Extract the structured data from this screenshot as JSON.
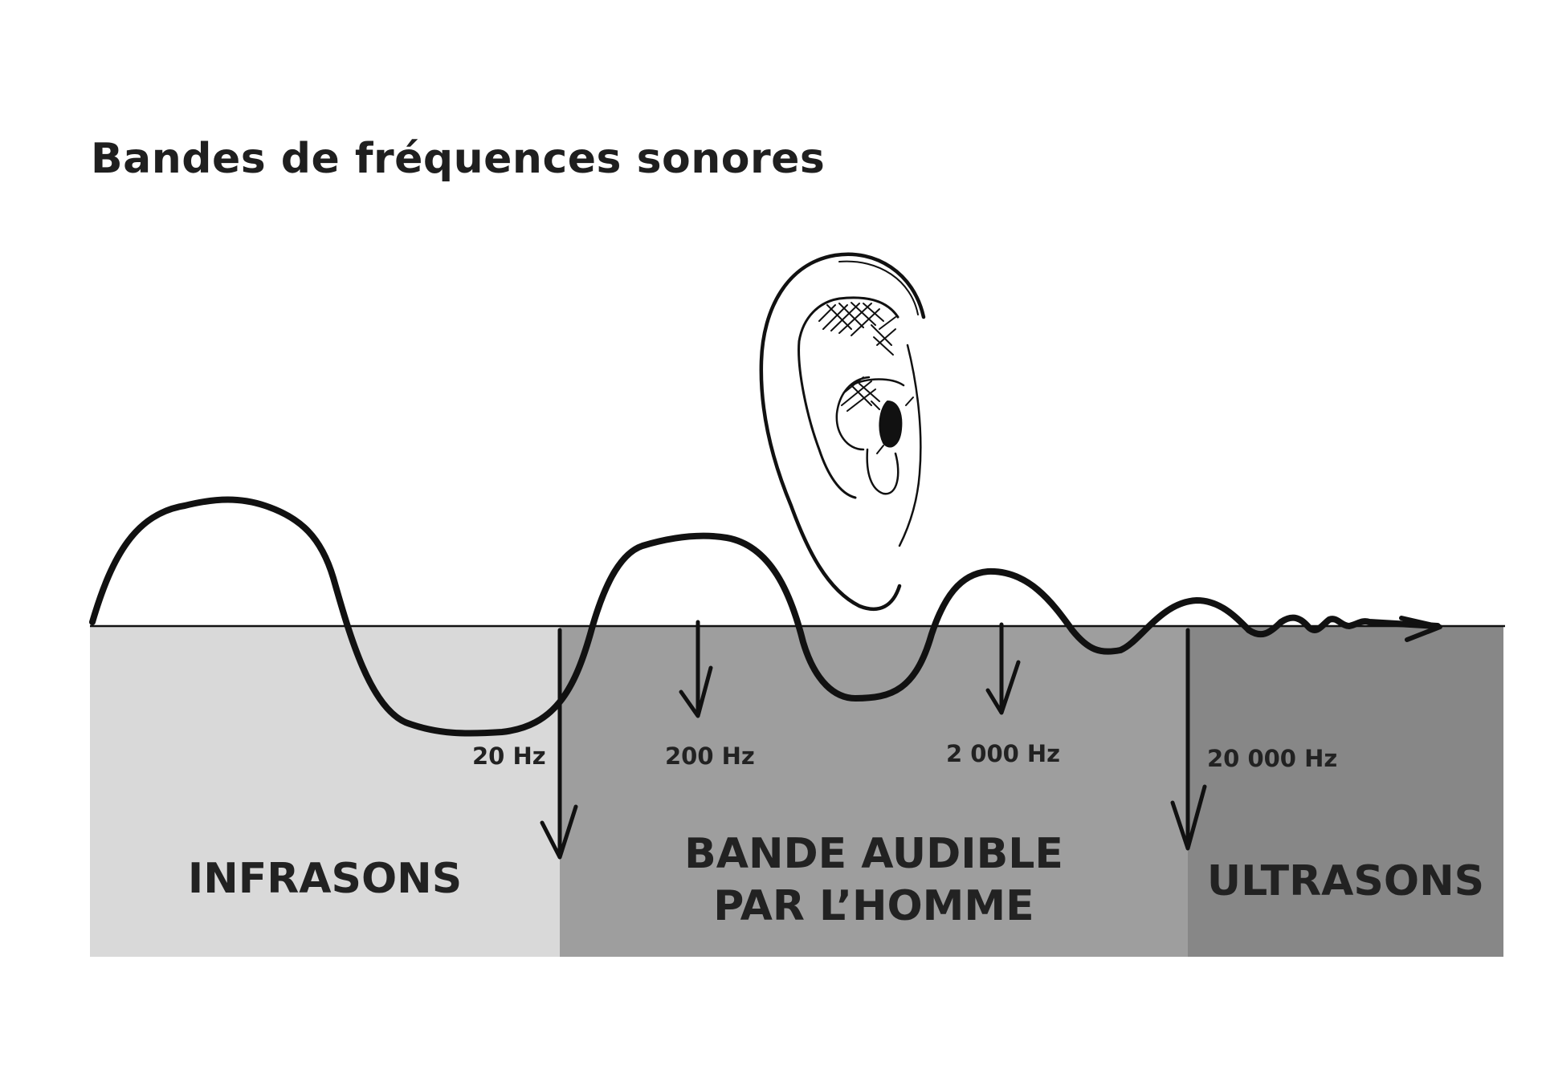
{
  "title": "Bandes de fréquences sonores",
  "zones": [
    {
      "label": "INFRASONS",
      "color": "#d9d9d9"
    },
    {
      "label": "BANDE AUDIBLE",
      "label2": "PAR L’HOMME",
      "color": "#9e9e9e"
    },
    {
      "label": "ULTRASONS",
      "color": "#878787"
    }
  ],
  "frequencies": [
    "20 Hz",
    "200 Hz",
    "2 000 Hz",
    "20 000 Hz"
  ],
  "icons": {
    "ear": "ear-icon",
    "wave": "sound-wave",
    "arrow": "arrow-head-icon"
  },
  "colors": {
    "line": "#111111",
    "text": "#222222",
    "background": "#ffffff"
  }
}
